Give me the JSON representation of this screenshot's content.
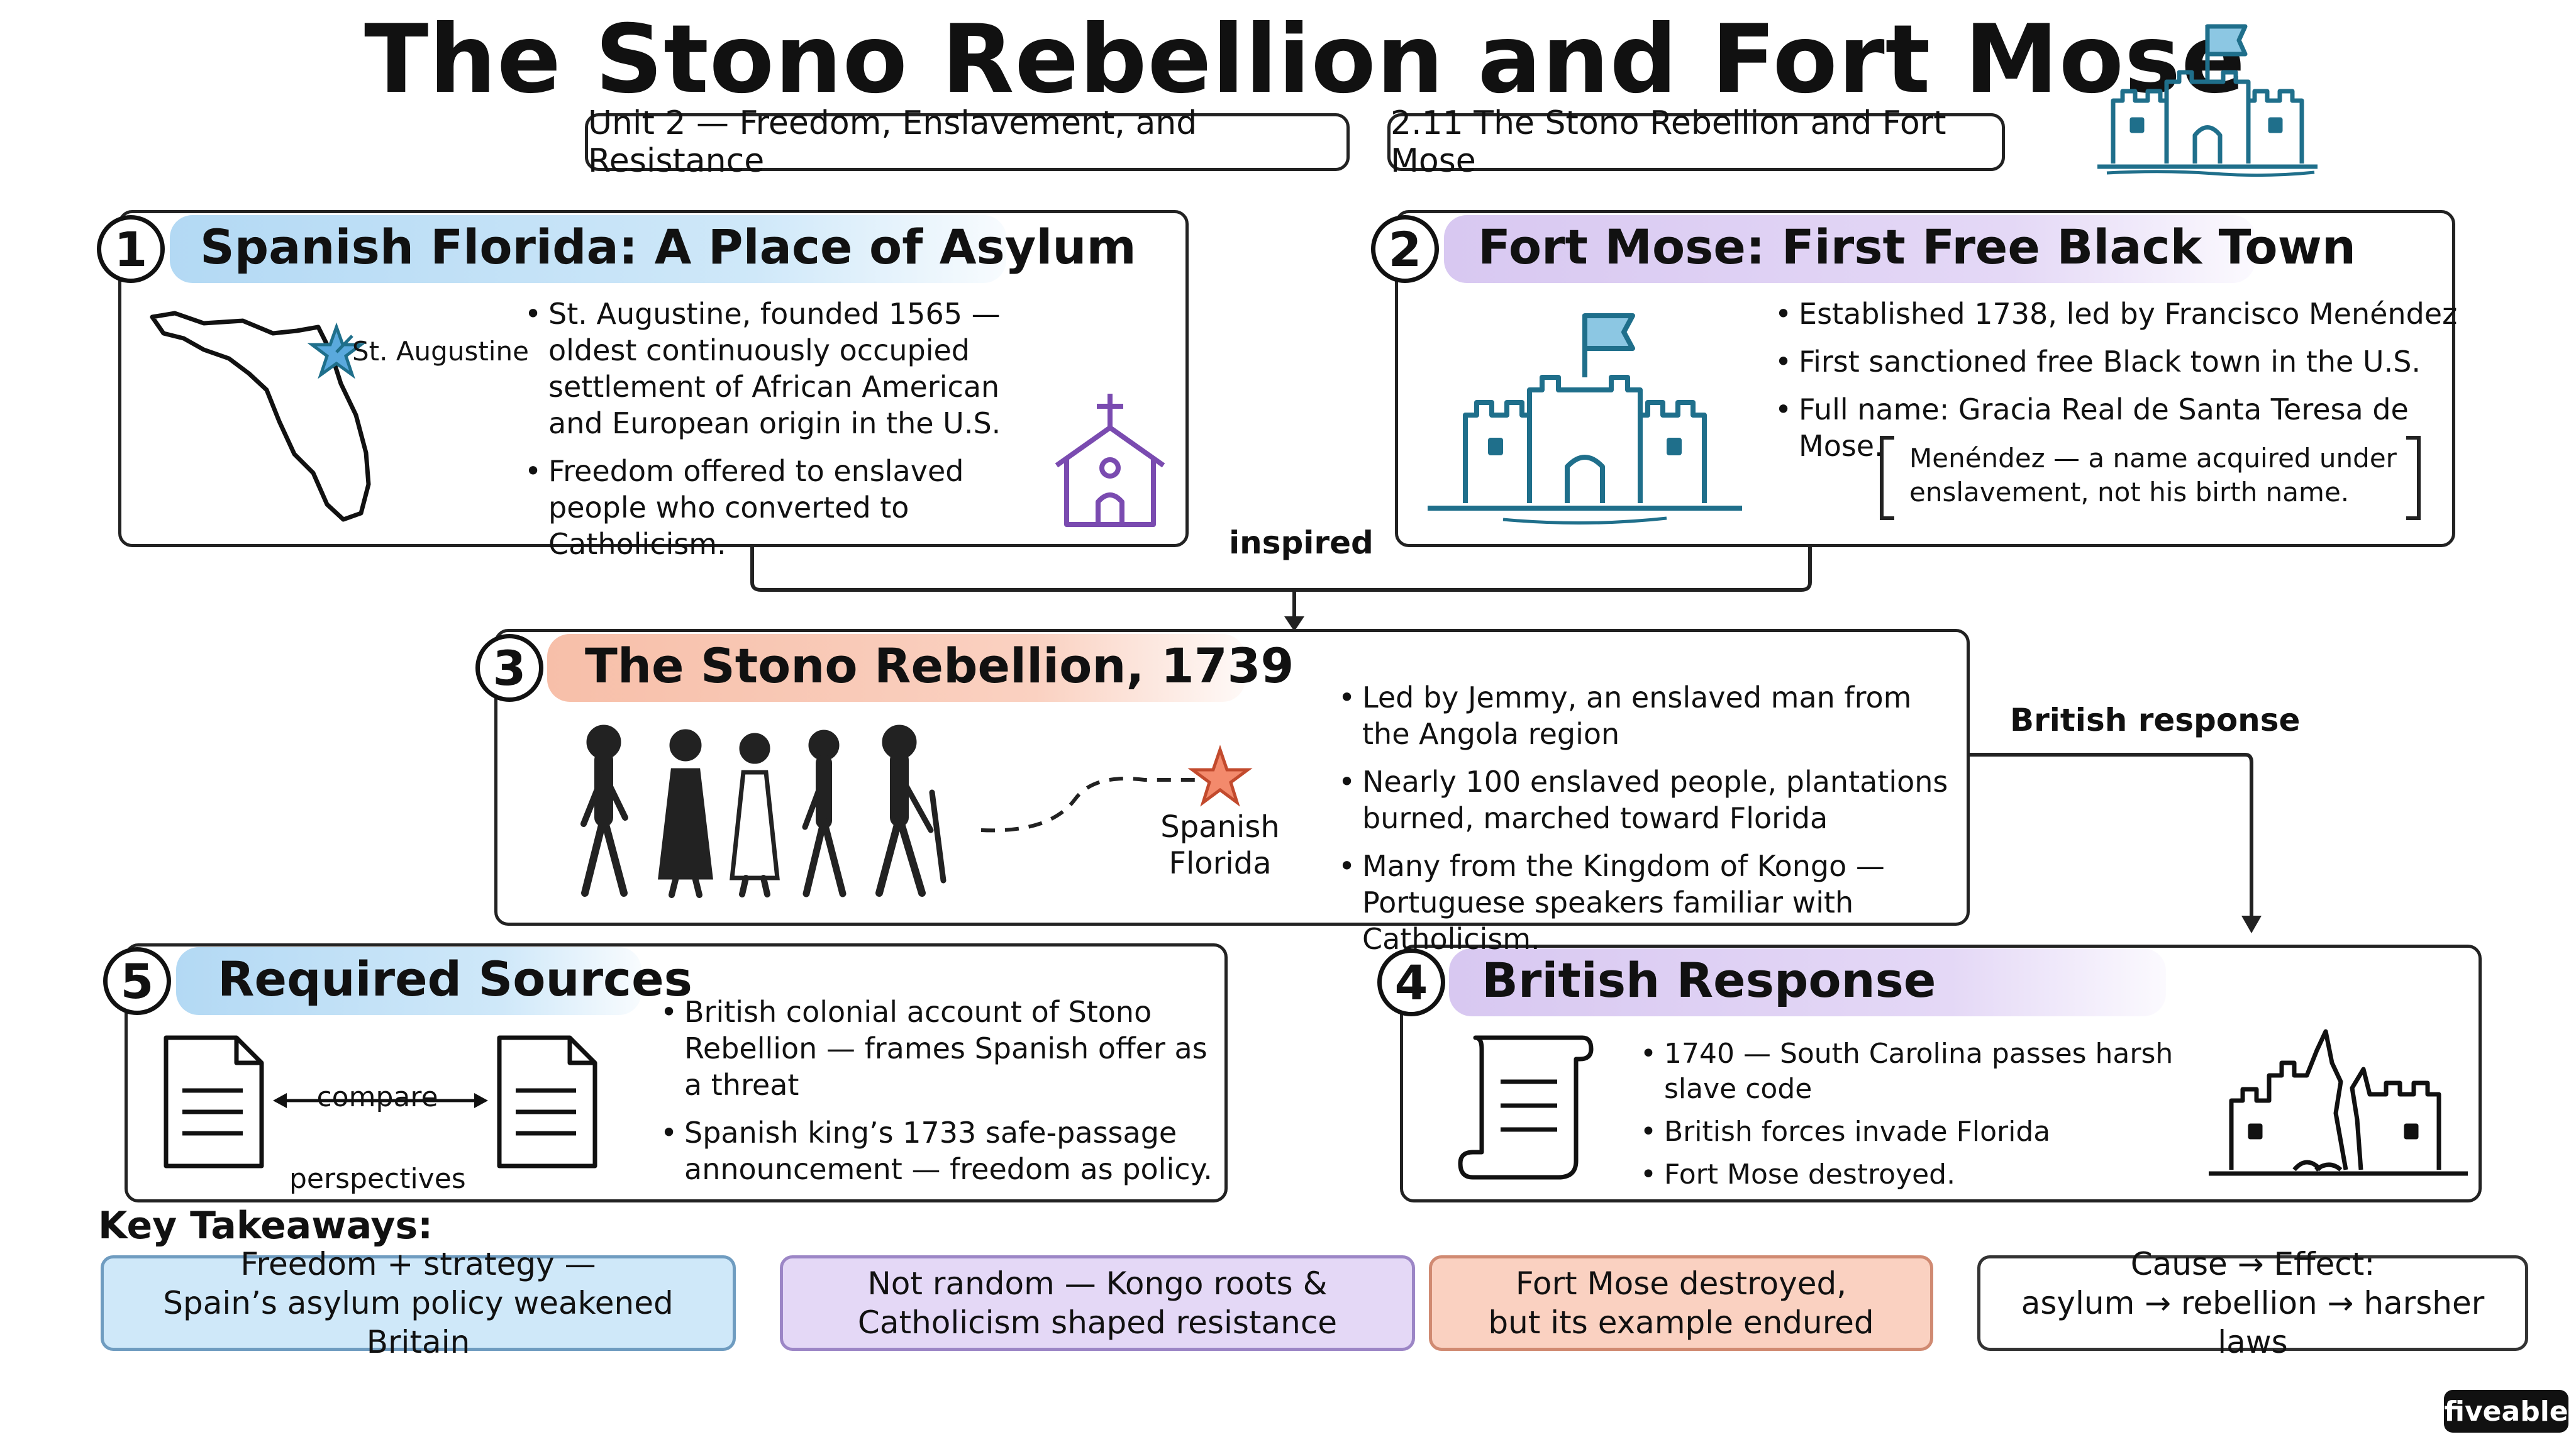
{
  "title": "The Stono Rebellion and Fort Mose",
  "unit_label": "Unit 2 — Freedom, Enslavement, and Resistance",
  "topic_label": "2.11 The Stono Rebellion and Fort Mose",
  "sections": {
    "s1": {
      "number": "1",
      "heading": "Spanish Florida: A Place of Asylum",
      "map_label": "St. Augustine",
      "bullets": [
        "St. Augustine, founded 1565 — oldest continuously occupied settlement of African American and European origin in the U.S.",
        "Freedom offered to enslaved people who converted to Catholicism."
      ]
    },
    "s2": {
      "number": "2",
      "heading": "Fort Mose: First Free Black Town",
      "bullets": [
        "Established 1738, led by Francisco Menéndez",
        "First sanctioned free Black town in the U.S.",
        "Full name: Gracia Real de Santa Teresa de Mose."
      ],
      "note": "Menéndez — a name acquired under enslavement, not his birth name."
    },
    "s3": {
      "number": "3",
      "heading": "The Stono Rebellion, 1739",
      "destination_label": "Spanish Florida",
      "bullets": [
        "Led by Jemmy, an enslaved man from the Angola region",
        "Nearly 100 enslaved people, plantations burned, marched toward Florida",
        "Many from the Kingdom of Kongo — Portuguese speakers familiar with Catholicism."
      ]
    },
    "s4": {
      "number": "4",
      "heading": "British Response",
      "bullets": [
        "1740 — South Carolina passes harsh slave code",
        "British forces invade Florida",
        "Fort Mose destroyed."
      ]
    },
    "s5": {
      "number": "5",
      "heading": "Required Sources",
      "compare_label": "compare perspectives",
      "bullets": [
        "British colonial account of Stono Rebellion — frames Spanish offer as a threat",
        "Spanish king’s 1733 safe-passage announcement — freedom as policy."
      ]
    }
  },
  "connectors": {
    "inspired": "inspired",
    "british_response": "British response"
  },
  "takeaways": {
    "heading": "Key Takeaways:",
    "items": [
      "Freedom + strategy —\nSpain’s asylum policy weakened Britain",
      "Not random — Kongo roots &\nCatholicism shaped resistance",
      "Fort Mose destroyed,\nbut its example endured",
      "Cause → Effect:\nasylum → rebellion → harsher laws"
    ]
  },
  "brand": "fiveable",
  "colors": {
    "blue": "#cfe8f9",
    "purple": "#e4d8f6",
    "orange": "#fad1c1",
    "teal_icon": "#1f6f8b",
    "church_purple": "#7a4bb0",
    "star_orange": "#e8674a"
  }
}
